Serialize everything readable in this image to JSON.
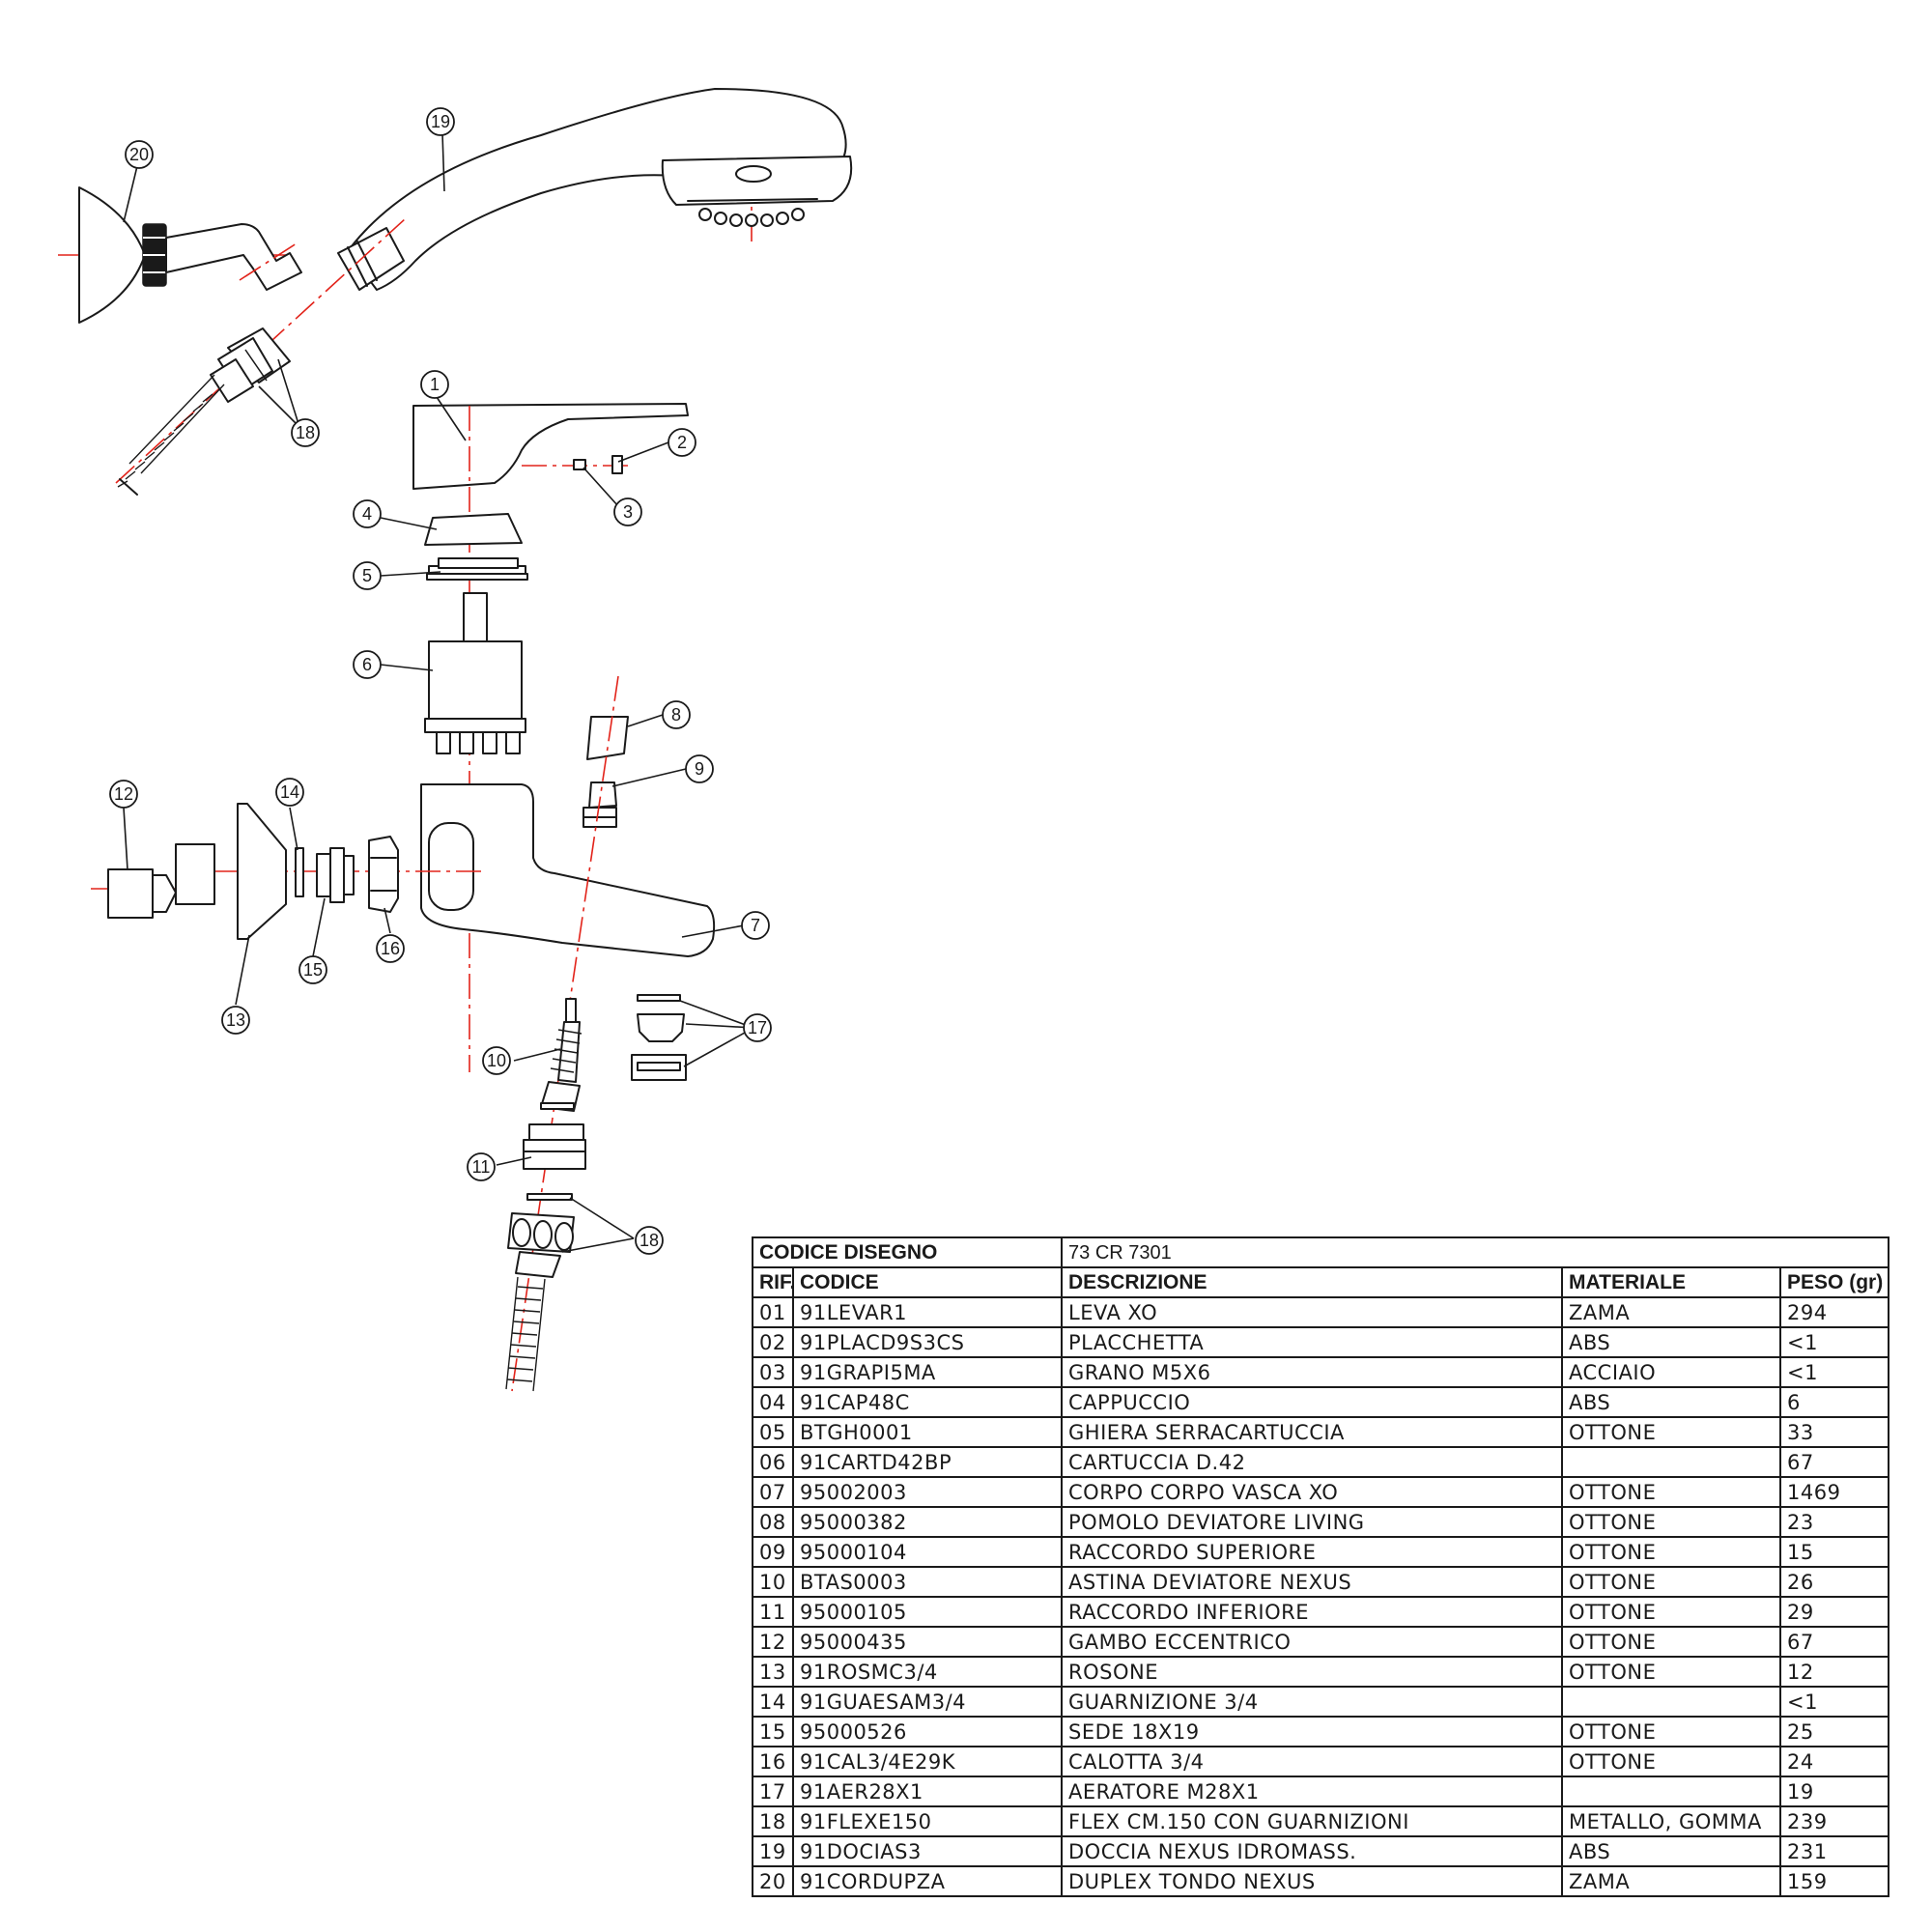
{
  "callouts": [
    "1",
    "2",
    "3",
    "4",
    "5",
    "6",
    "7",
    "8",
    "9",
    "10",
    "11",
    "12",
    "13",
    "14",
    "15",
    "16",
    "17",
    "18",
    "19",
    "20"
  ],
  "table": {
    "title_label": "CODICE DISEGNO",
    "title_value": "73 CR 7301",
    "headers": [
      "RIF.",
      "CODICE",
      "DESCRIZIONE",
      "MATERIALE",
      "PESO (gr)"
    ],
    "rows": [
      [
        "01",
        "91LEVAR1",
        "LEVA XO",
        "ZAMA",
        "294"
      ],
      [
        "02",
        "91PLACD9S3CS",
        "PLACCHETTA",
        "ABS",
        "<1"
      ],
      [
        "03",
        "91GRAPI5MA",
        "GRANO M5X6",
        "ACCIAIO",
        "<1"
      ],
      [
        "04",
        "91CAP48C",
        "CAPPUCCIO",
        "ABS",
        "6"
      ],
      [
        "05",
        "BTGH0001",
        "GHIERA SERRACARTUCCIA",
        "OTTONE",
        "33"
      ],
      [
        "06",
        "91CARTD42BP",
        "CARTUCCIA D.42",
        "",
        "67"
      ],
      [
        "07",
        "95002003",
        "CORPO CORPO VASCA XO",
        "OTTONE",
        "1469"
      ],
      [
        "08",
        "95000382",
        "POMOLO DEVIATORE LIVING",
        "OTTONE",
        "23"
      ],
      [
        "09",
        "95000104",
        "RACCORDO SUPERIORE",
        "OTTONE",
        "15"
      ],
      [
        "10",
        "BTAS0003",
        "ASTINA DEVIATORE NEXUS",
        "OTTONE",
        "26"
      ],
      [
        "11",
        "95000105",
        "RACCORDO INFERIORE",
        "OTTONE",
        "29"
      ],
      [
        "12",
        "95000435",
        "GAMBO ECCENTRICO",
        "OTTONE",
        "67"
      ],
      [
        "13",
        "91ROSMC3/4",
        "ROSONE",
        "OTTONE",
        "12"
      ],
      [
        "14",
        "91GUAESAM3/4",
        "GUARNIZIONE 3/4",
        "",
        "<1"
      ],
      [
        "15",
        "95000526",
        "SEDE 18X19",
        "OTTONE",
        "25"
      ],
      [
        "16",
        "91CAL3/4E29K",
        "CALOTTA 3/4",
        "OTTONE",
        "24"
      ],
      [
        "17",
        "91AER28X1",
        "AERATORE M28X1",
        "",
        "19"
      ],
      [
        "18",
        "91FLEXE150",
        "FLEX CM.150 CON GUARNIZIONI",
        "METALLO, GOMMA",
        "239"
      ],
      [
        "19",
        "91DOCIAS3",
        "DOCCIA NEXUS IDROMASS.",
        "ABS",
        "231"
      ],
      [
        "20",
        "91CORDUPZA",
        "DUPLEX TONDO NEXUS",
        "ZAMA",
        "159"
      ]
    ]
  }
}
